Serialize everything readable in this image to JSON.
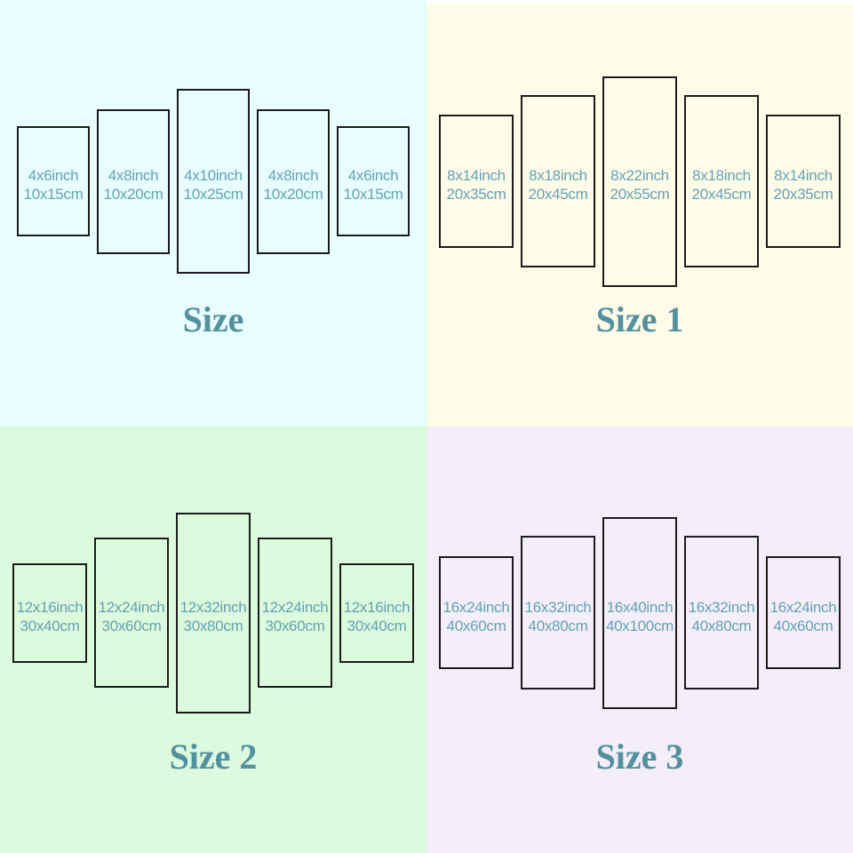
{
  "colors": {
    "panel_border": "#1b1b1b",
    "label_text": "#64a2b2",
    "title_text": "#54919e"
  },
  "quadrants": [
    {
      "title": "Size",
      "background": "#e8fdff",
      "panels": [
        {
          "inch": "4x6inch",
          "cm": "10x15cm"
        },
        {
          "inch": "4x8inch",
          "cm": "10x20cm"
        },
        {
          "inch": "4x10inch",
          "cm": "10x25cm"
        },
        {
          "inch": "4x8inch",
          "cm": "10x20cm"
        },
        {
          "inch": "4x6inch",
          "cm": "10x15cm"
        }
      ]
    },
    {
      "title": "Size 1",
      "background": "#fefce9",
      "panels": [
        {
          "inch": "8x14inch",
          "cm": "20x35cm"
        },
        {
          "inch": "8x18inch",
          "cm": "20x45cm"
        },
        {
          "inch": "8x22inch",
          "cm": "20x55cm"
        },
        {
          "inch": "8x18inch",
          "cm": "20x45cm"
        },
        {
          "inch": "8x14inch",
          "cm": "20x35cm"
        }
      ]
    },
    {
      "title": "Size 2",
      "background": "#dcfadd",
      "panels": [
        {
          "inch": "12x16inch",
          "cm": "30x40cm"
        },
        {
          "inch": "12x24inch",
          "cm": "30x60cm"
        },
        {
          "inch": "12x32inch",
          "cm": "30x80cm"
        },
        {
          "inch": "12x24inch",
          "cm": "30x60cm"
        },
        {
          "inch": "12x16inch",
          "cm": "30x40cm"
        }
      ]
    },
    {
      "title": "Size 3",
      "background": "#f3eef9",
      "panels": [
        {
          "inch": "16x24inch",
          "cm": "40x60cm"
        },
        {
          "inch": "16x32inch",
          "cm": "40x80cm"
        },
        {
          "inch": "16x40inch",
          "cm": "40x100cm"
        },
        {
          "inch": "16x32inch",
          "cm": "40x80cm"
        },
        {
          "inch": "16x24inch",
          "cm": "40x60cm"
        }
      ]
    }
  ]
}
